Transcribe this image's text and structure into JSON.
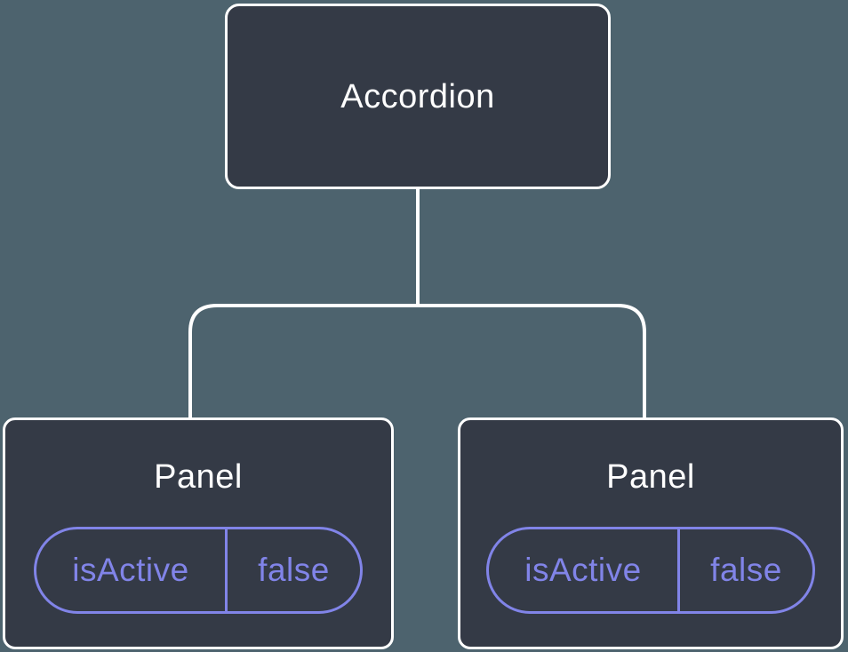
{
  "diagram": {
    "root": {
      "label": "Accordion"
    },
    "children": [
      {
        "label": "Panel",
        "state": {
          "name": "isActive",
          "value": "false"
        }
      },
      {
        "label": "Panel",
        "state": {
          "name": "isActive",
          "value": "false"
        }
      }
    ]
  },
  "colors": {
    "background": "#4D636E",
    "node_fill": "#343A46",
    "node_border": "#FFFFFF",
    "node_text": "#FFFFFF",
    "connector": "#FFFFFF",
    "state_accent": "#8184E8"
  }
}
